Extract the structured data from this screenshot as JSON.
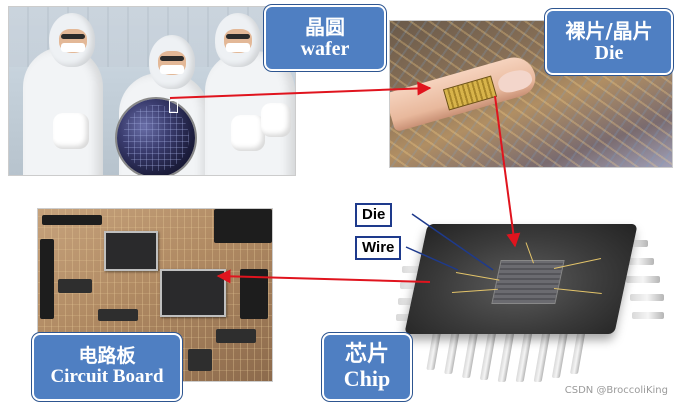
{
  "labels": {
    "wafer": {
      "zh": "晶圆",
      "en": "wafer"
    },
    "die": {
      "zh": "裸片/晶片",
      "en": "Die"
    },
    "board": {
      "zh": "电路板",
      "en": "Circuit Board"
    },
    "chip": {
      "zh": "芯片",
      "en": "Chip"
    }
  },
  "tags": {
    "die_tag": "Die",
    "wire_tag": "Wire"
  },
  "watermark": "CSDN @BroccoliKing",
  "colors": {
    "label_fill": "#4f7fc2",
    "arrow_red": "#e0141e",
    "pointer_blue": "#1e3a8c"
  }
}
